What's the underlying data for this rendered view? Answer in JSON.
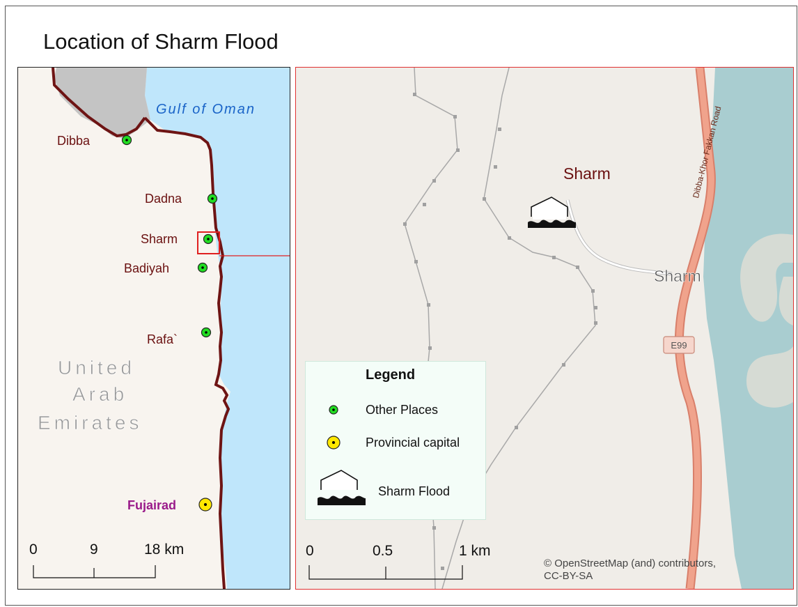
{
  "title": "Location of Sharm Flood",
  "left_map": {
    "sea_label": "Gulf of Oman",
    "country_label_lines": [
      "United",
      "Arab",
      "Emirates"
    ],
    "places": [
      {
        "name": "Dibba",
        "type": "other"
      },
      {
        "name": "Dadna",
        "type": "other"
      },
      {
        "name": "Sharm",
        "type": "other"
      },
      {
        "name": "Badiyah",
        "type": "other"
      },
      {
        "name": "Rafa`",
        "type": "other"
      },
      {
        "name": "Fujairad",
        "type": "capital"
      }
    ],
    "scale": {
      "ticks": [
        "0",
        "9",
        "18 km"
      ]
    }
  },
  "right_map": {
    "area_label": "Sharm",
    "osm_label": "Sharm",
    "road_label": "Dibba-Khor Fakkan Road",
    "road_shield": "E99",
    "scale": {
      "ticks": [
        "0",
        "0.5",
        "1 km"
      ]
    },
    "attribution_line1": "© OpenStreetMap (and) contributors,",
    "attribution_line2": "CC-BY-SA"
  },
  "legend": {
    "title": "Legend",
    "items": [
      {
        "label": "Other Places",
        "symbol": "green-dot-icon"
      },
      {
        "label": "Provincial capital",
        "symbol": "yellow-dot-icon"
      },
      {
        "label": "Sharm Flood",
        "symbol": "flood-house-icon"
      }
    ]
  },
  "colors": {
    "land": "#f8f4ef",
    "sea": "#bfe6fb",
    "coast": "#6e1414",
    "oman": "#c4c4c4",
    "label_dark_red": "#6a1010",
    "capital_label": "#9a1a8a",
    "sea_label": "#1a64c8",
    "osm_land": "#f0ede8",
    "osm_sea": "#a9cdd0",
    "road": "#f0a38c",
    "path": "#a8a8a8",
    "other_place": "#22dd22",
    "capital": "#ffe800"
  }
}
